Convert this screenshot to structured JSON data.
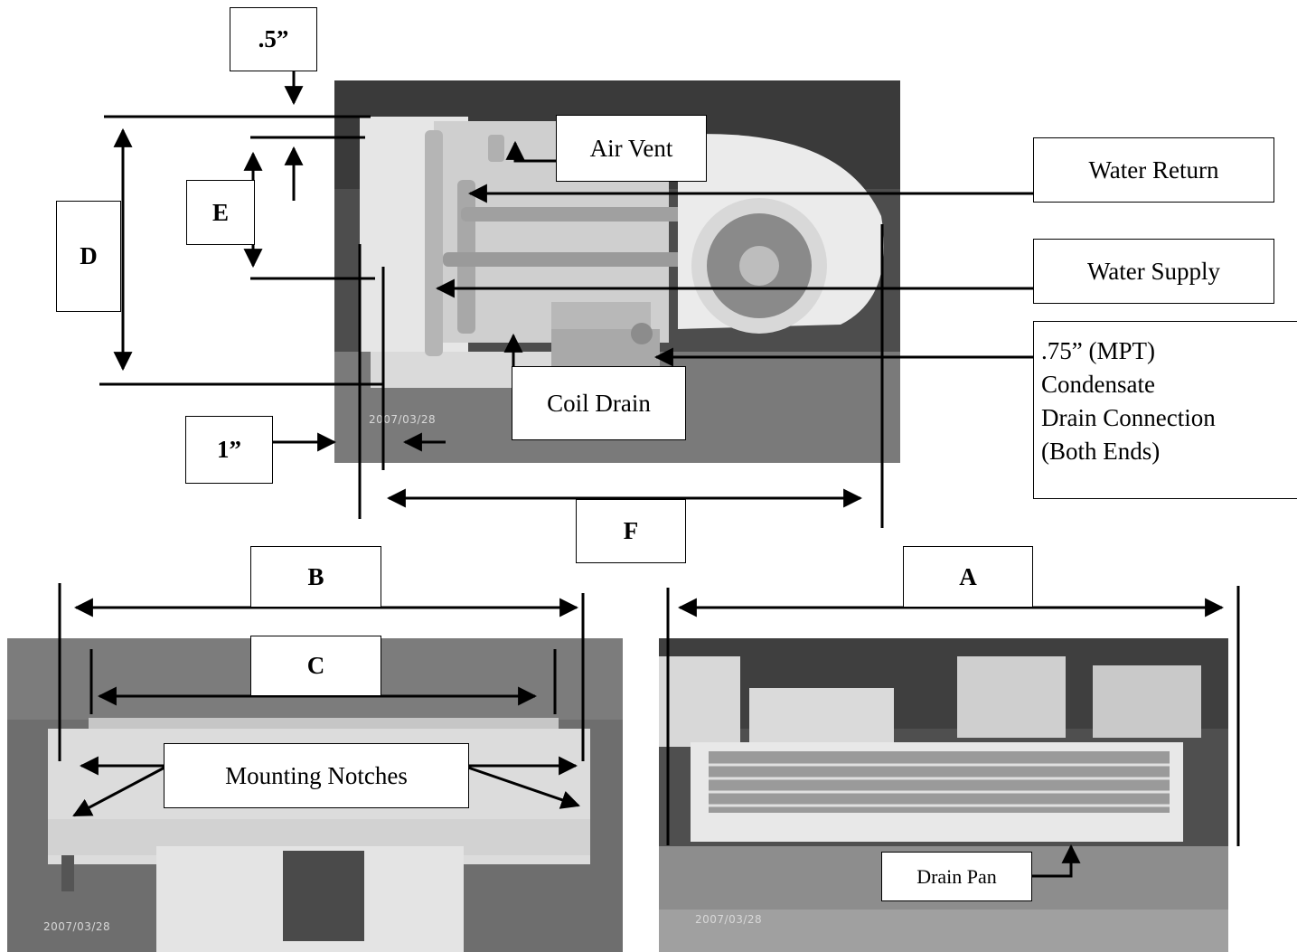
{
  "labels": {
    "half_inch": ".5”",
    "air_vent": "Air Vent",
    "water_return": "Water Return",
    "water_supply": "Water Supply",
    "condensate_line1": ".75” (MPT)",
    "condensate_line2": "Condensate",
    "condensate_line3": "Drain Connection",
    "condensate_line4": "(Both Ends)",
    "coil_drain": "Coil Drain",
    "one_inch": "1”",
    "dim_d": "D",
    "dim_e": "E",
    "dim_f": "F",
    "dim_b": "B",
    "dim_c": "C",
    "dim_a": "A",
    "mounting_notches": "Mounting Notches",
    "drain_pan": "Drain Pan"
  },
  "photos": {
    "top_date": "2007/03/28",
    "left_date": "2007/03/28",
    "right_date": "2007/03/28"
  }
}
